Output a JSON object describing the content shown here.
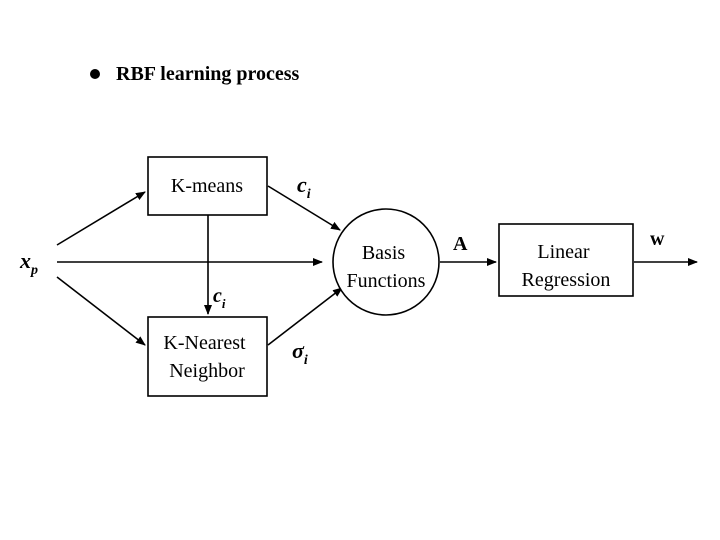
{
  "heading": {
    "bullet_icon": "filled-circle-bullet",
    "title": "RBF learning process"
  },
  "nodes": {
    "kmeans": {
      "label": "K-means"
    },
    "knn": {
      "lines": [
        "K-Nearest",
        "Neighbor"
      ]
    },
    "basis": {
      "lines": [
        "Basis",
        "Functions"
      ]
    },
    "linreg": {
      "lines": [
        "Linear",
        "Regression"
      ]
    }
  },
  "labels": {
    "input": {
      "base": "x",
      "sub": "p"
    },
    "centers_top": {
      "base": "c",
      "sub": "i"
    },
    "centers_mid": {
      "base": "c",
      "sub": "i"
    },
    "sigma": {
      "base": "σ",
      "sub": "i"
    },
    "a": "A",
    "w": "w"
  }
}
